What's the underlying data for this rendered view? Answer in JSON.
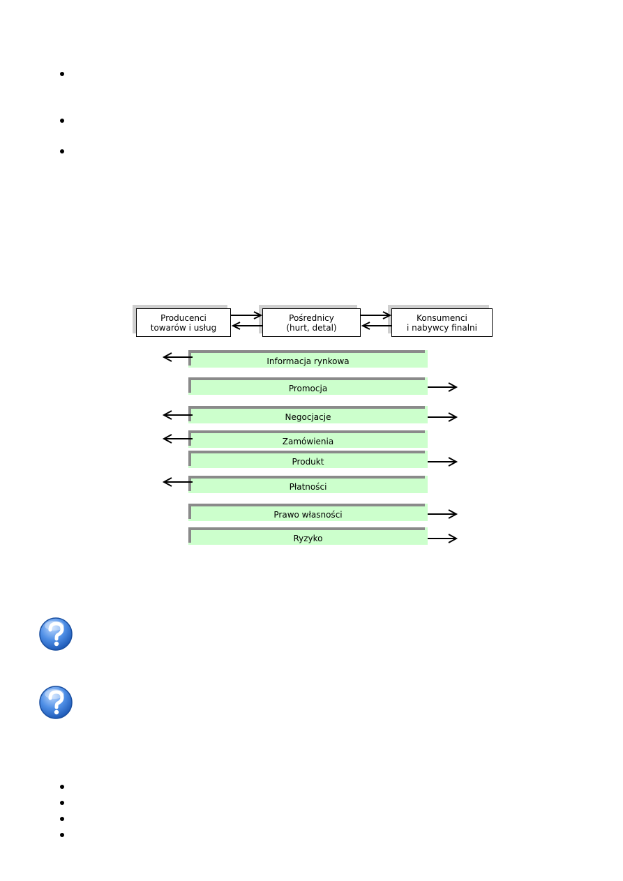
{
  "diagram": {
    "nodes": [
      {
        "id": "producers",
        "lines": [
          "Producenci",
          "towarów i usług"
        ]
      },
      {
        "id": "intermediaries",
        "lines": [
          "Pośrednicy",
          "(hurt, detal)"
        ]
      },
      {
        "id": "consumers",
        "lines": [
          "Konsumenci",
          "i nabywcy finalni"
        ]
      }
    ],
    "flows": [
      {
        "label": "Informacja rynkowa",
        "direction": "left"
      },
      {
        "label": "Promocja",
        "direction": "right"
      },
      {
        "label": "Negocjacje",
        "direction": "both"
      },
      {
        "label": "Zamówienia",
        "direction": "left"
      },
      {
        "label": "Produkt",
        "direction": "right"
      },
      {
        "label": "Płatności",
        "direction": "left"
      },
      {
        "label": "Prawo własności",
        "direction": "right"
      },
      {
        "label": "Ryzyko",
        "direction": "right"
      }
    ]
  },
  "icons": [
    "help-icon",
    "help-icon"
  ],
  "colors": {
    "flow_bar": "#ccffcc",
    "flow_bar_edge": "#8a8a8a",
    "node_shadow": "#cfcfcf",
    "help_icon": "#3a7bd5"
  }
}
